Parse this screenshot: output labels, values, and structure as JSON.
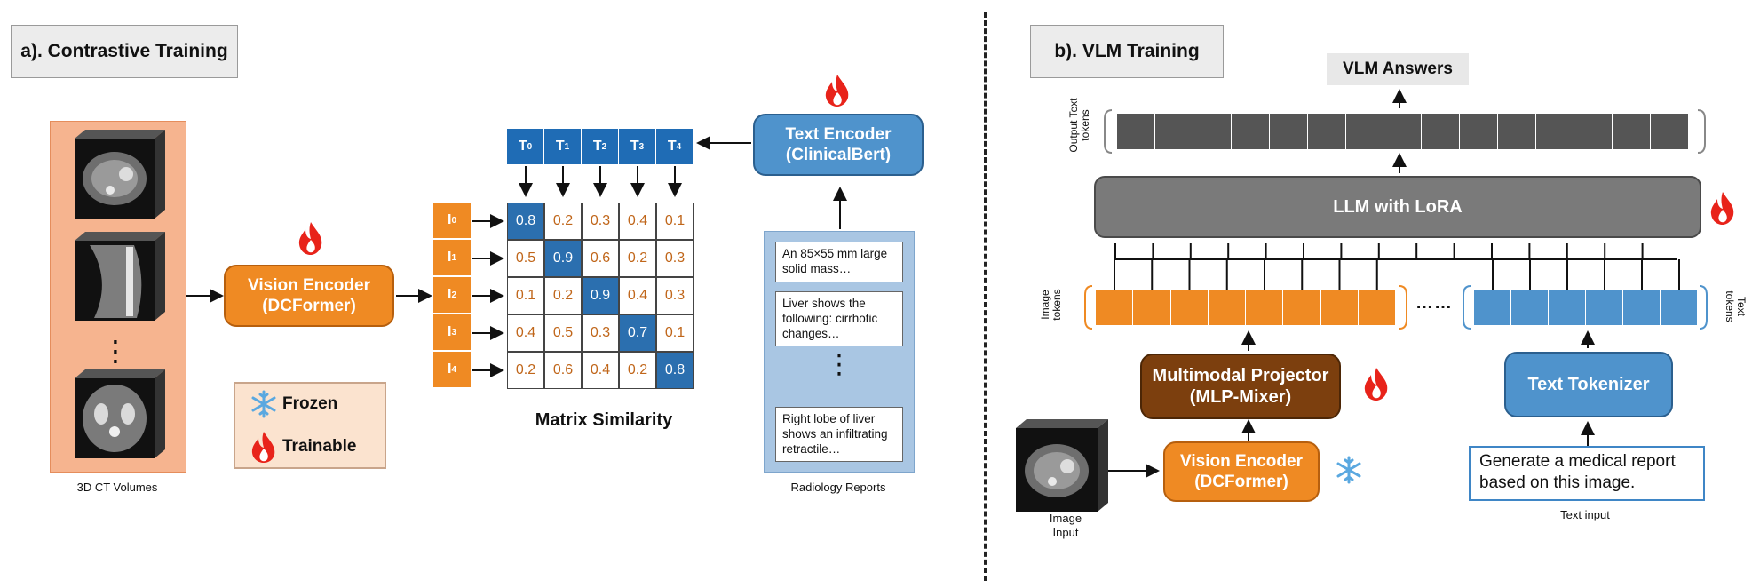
{
  "panel_a": {
    "title": "a). Contrastive Training",
    "ct_caption": "3D CT Volumes",
    "ct_ellipsis": "⋮",
    "vision_encoder": {
      "line1": "Vision Encoder",
      "line2": "(DCFormer)"
    },
    "legend": {
      "frozen": "Frozen",
      "trainable": "Trainable"
    },
    "text_tokens": [
      {
        "base": "T",
        "sub": "0"
      },
      {
        "base": "T",
        "sub": "1"
      },
      {
        "base": "T",
        "sub": "2"
      },
      {
        "base": "T",
        "sub": "3"
      },
      {
        "base": "T",
        "sub": "4"
      }
    ],
    "image_tokens": [
      {
        "base": "I",
        "sub": "0"
      },
      {
        "base": "I",
        "sub": "1"
      },
      {
        "base": "I",
        "sub": "2"
      },
      {
        "base": "I",
        "sub": "3"
      },
      {
        "base": "I",
        "sub": "4"
      }
    ],
    "matrix": [
      [
        "0.8",
        "0.2",
        "0.3",
        "0.4",
        "0.1"
      ],
      [
        "0.5",
        "0.9",
        "0.6",
        "0.2",
        "0.3"
      ],
      [
        "0.1",
        "0.2",
        "0.9",
        "0.4",
        "0.3"
      ],
      [
        "0.4",
        "0.5",
        "0.3",
        "0.7",
        "0.1"
      ],
      [
        "0.2",
        "0.6",
        "0.4",
        "0.2",
        "0.8"
      ]
    ],
    "matrix_caption": "Matrix Similarity",
    "text_encoder": {
      "line1": "Text Encoder",
      "line2": "(ClinicalBert)"
    },
    "reports": [
      "An 85×55 mm large solid mass…",
      "Liver shows the following: cirrhotic changes…",
      "Right lobe of liver shows an infiltrating retractile…"
    ],
    "reports_ellipsis": "⋮",
    "reports_caption": "Radiology Reports"
  },
  "panel_b": {
    "title": "b). VLM Training",
    "answers": "VLM Answers",
    "output_label": "Output Text tokens",
    "llm": "LLM with LoRA",
    "image_tokens_label": "Image tokens",
    "text_tokens_label": "Text tokens",
    "tokens_ellipsis": "……",
    "projector": {
      "line1": "Multimodal Projector",
      "line2": "(MLP-Mixer)"
    },
    "tokenizer": "Text Tokenizer",
    "vision_encoder": {
      "line1": "Vision Encoder",
      "line2": "(DCFormer)"
    },
    "image_caption": {
      "line1": "Image",
      "line2": "Input"
    },
    "prompt": "Generate a medical report based on this image.",
    "prompt_caption": "Text input"
  },
  "colors": {
    "orange": "#ef8a23",
    "blue": "#4f93cc",
    "dark_blue": "#1f6cb5",
    "brown": "#7c3f0e",
    "gray": "#7a7a7a",
    "flame": "#e8231a",
    "snowflake": "#5aa8e0"
  },
  "icons": [
    "flame-icon",
    "snowflake-icon",
    "ct-volume-icon"
  ]
}
